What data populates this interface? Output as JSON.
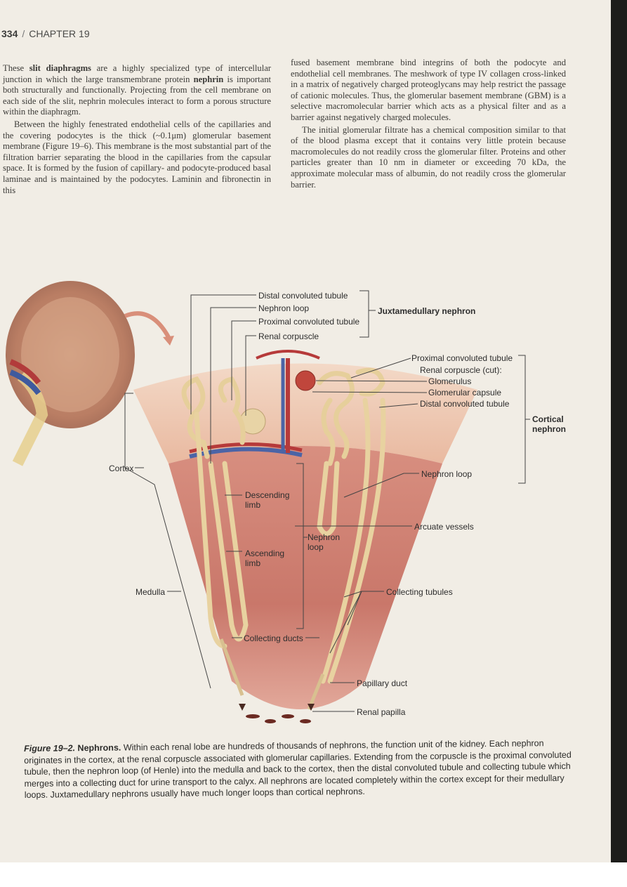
{
  "header": {
    "page_number": "334",
    "separator": "/",
    "chapter": "CHAPTER 19"
  },
  "column_left": {
    "p1_a": "These ",
    "p1_b": "slit diaphragms",
    "p1_c": " are a highly specialized type of intercellular junction in which the large transmembrane protein ",
    "p1_d": "nephrin",
    "p1_e": " is important both structurally and functionally. Projecting from the cell membrane on each side of the slit, nephrin molecules interact to form a porous structure within the diaphragm.",
    "p2": "Between the highly fenestrated endothelial cells of the capillaries and the covering podocytes is the thick (~0.1μm) glomerular basement membrane (Figure 19–6). This membrane is the most substantial part of the filtration barrier separating the blood in the capillaries from the capsular space. It is formed by the fusion of capillary- and podocyte-produced basal laminae and is maintained by the podocytes. Laminin and fibronectin in this"
  },
  "column_right": {
    "p1": "fused basement membrane bind integrins of both the podocyte and endothelial cell membranes. The meshwork of type IV collagen cross-linked in a matrix of negatively charged proteoglycans may help restrict the passage of cationic molecules. Thus, the glomerular basement membrane (GBM) is a selective macromolecular barrier which acts as a physical filter and as a barrier against negatively charged molecules.",
    "p2": "The initial glomerular filtrate has a chemical composition similar to that of the blood plasma except that it contains very little protein because macromolecules do not readily cross the glomerular filter. Proteins and other particles greater than 10 nm in diameter or exceeding 70 kDa, the approximate molecular mass of albumin, do not readily cross the glomerular barrier."
  },
  "figure_labels": {
    "distal_convoluted_tubule_top": "Distal convoluted tubule",
    "nephron_loop_top": "Nephron loop",
    "proximal_convoluted_tubule_top": "Proximal convoluted tubule",
    "renal_corpuscle_top": "Renal corpuscle",
    "juxtamedullary_nephron": "Juxtamedullary nephron",
    "proximal_convoluted_tubule_right": "Proximal convoluted tubule",
    "renal_corpuscle_cut": "Renal corpuscle (cut):",
    "glomerulus": "Glomerulus",
    "glomerular_capsule": "Glomerular capsule",
    "distal_convoluted_tubule_right": "Distal convoluted tubule",
    "cortical_nephron_1": "Cortical",
    "cortical_nephron_2": "nephron",
    "cortex": "Cortex",
    "medulla": "Medulla",
    "descending_limb_1": "Descending",
    "descending_limb_2": "limb",
    "ascending_limb_1": "Ascending",
    "ascending_limb_2": "limb",
    "nephron_loop_mid_1": "Nephron",
    "nephron_loop_mid_2": "loop",
    "nephron_loop_right": "Nephron loop",
    "arcuate_vessels": "Arcuate vessels",
    "collecting_tubules": "Collecting tubules",
    "collecting_ducts": "Collecting ducts",
    "papillary_duct": "Papillary duct",
    "renal_papilla": "Renal papilla"
  },
  "caption": {
    "figure_id": "Figure 19–2.",
    "title": "Nephrons.",
    "text": " Within each renal lobe are hundreds of thousands of nephrons, the function unit of the kidney. Each nephron originates in the cortex, at the renal corpuscle associated with glomerular capillaries. Extending from the corpuscle is the proximal convoluted tubule, then the nephron loop (of Henle) into the medulla and back to the cortex, then the distal convoluted tubule and collecting tubule which merges into a collecting duct for urine transport to the calyx. All nephrons are located completely within the cortex except for their medullary loops. Juxtamedullary nephrons usually have much longer loops than cortical nephrons."
  }
}
